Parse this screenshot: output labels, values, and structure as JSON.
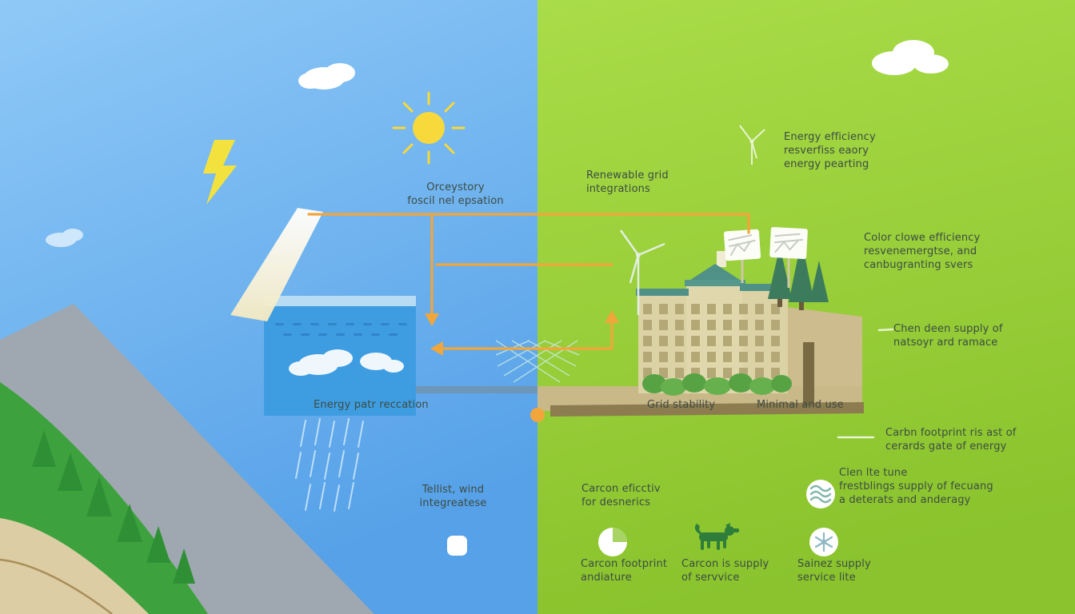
{
  "colors": {
    "left_background": "#5ea8ec",
    "right_background": "#95cc35",
    "flow_line": "#f1a63c",
    "text": "#3d4c42",
    "water": "#3e9de1",
    "sand": "#dccda5",
    "building_facade": "#dbd2a6",
    "roof_teal": "#4f9186",
    "mountain_gray": "#9fa8b0",
    "hill_green": "#3da23d"
  },
  "labels": {
    "dam_generation": "Orceystory\nfoscil nel epsation",
    "renewable_grid": "Renewable grid\nintegrations",
    "energy_efficiency": "Energy efficiency\nresverfiss eaory\nenergy pearting",
    "color_efficiency": "Color clowe efficiency\nresvenemergtse, and\ncanbugranting svers",
    "clean_supply": "Chen deen supply of\nnatsoyr ard ramace",
    "energy_generation": "Energy patr reccation",
    "grid_stability": "Grid stability",
    "minimal_land_use": "Minimal and use",
    "carbon_footprint_rate": "Carbn footprint ris ast of\ncerards gate of energy",
    "wind_integration": "Tellist, wind\nintegreatese",
    "carbon_effective": "Carcon eficctiv\nfor desnerics",
    "clean_future": "Clen lte tune\nfrestblings supply of fecuang\na deterats and anderagy",
    "carbon_footprint": "Carcon footprint\nandiature",
    "carbon_supply": "Carcon is supply\nof servvice",
    "service_life": "Sainez supply\nservice lite"
  },
  "icons": {
    "lightning_bolt": "⚡",
    "sun": "☀",
    "cloud": "☁",
    "rain": "diagonal-streaks",
    "wind_turbine": "line-art-turbine",
    "dam_spillway": "white-band",
    "reservoir": "water-box",
    "funnel_net": "teal-net",
    "pie_chart": "◔",
    "dog": "dog-silhouette",
    "waves": "≈",
    "atom": "✳",
    "white_square": "▢",
    "orange_dot": "●"
  }
}
